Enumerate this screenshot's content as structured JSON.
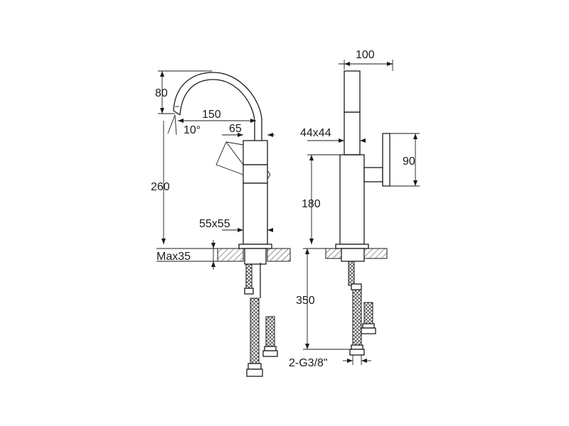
{
  "labels": {
    "height_spout_drop": "80",
    "spout_reach": "150",
    "spout_angle": "10°",
    "handle_offset": "65",
    "total_height": "260",
    "base_section": "55x55",
    "max_counter": "Max35",
    "top_width": "100",
    "side_section": "44x44",
    "handle_height": "90",
    "body_height": "180",
    "hose_length": "350",
    "connection": "2-G3/8\""
  }
}
